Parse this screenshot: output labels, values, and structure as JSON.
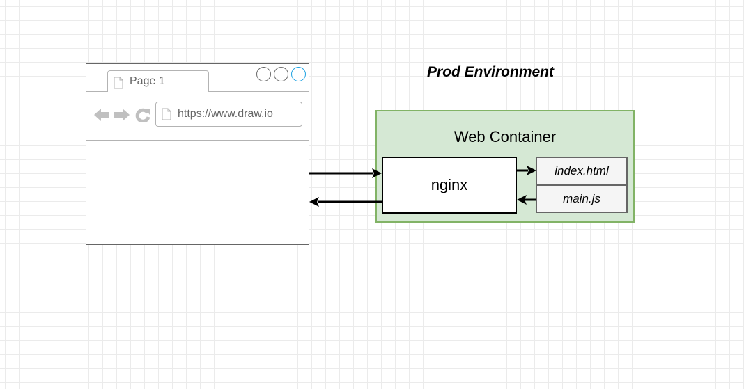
{
  "browser": {
    "tab_label": "Page 1",
    "url": "https://www.draw.io"
  },
  "environment": {
    "title": "Prod Environment"
  },
  "web_container": {
    "title": "Web Container",
    "server": "nginx",
    "files": [
      "index.html",
      "main.js"
    ]
  },
  "colors": {
    "container_fill": "#d5e8d4",
    "container_stroke": "#82b366",
    "file_fill": "#f5f5f5",
    "file_stroke": "#666666",
    "active_window_button": "#1ba1e2",
    "browser_icon": "#c0c0c0"
  }
}
